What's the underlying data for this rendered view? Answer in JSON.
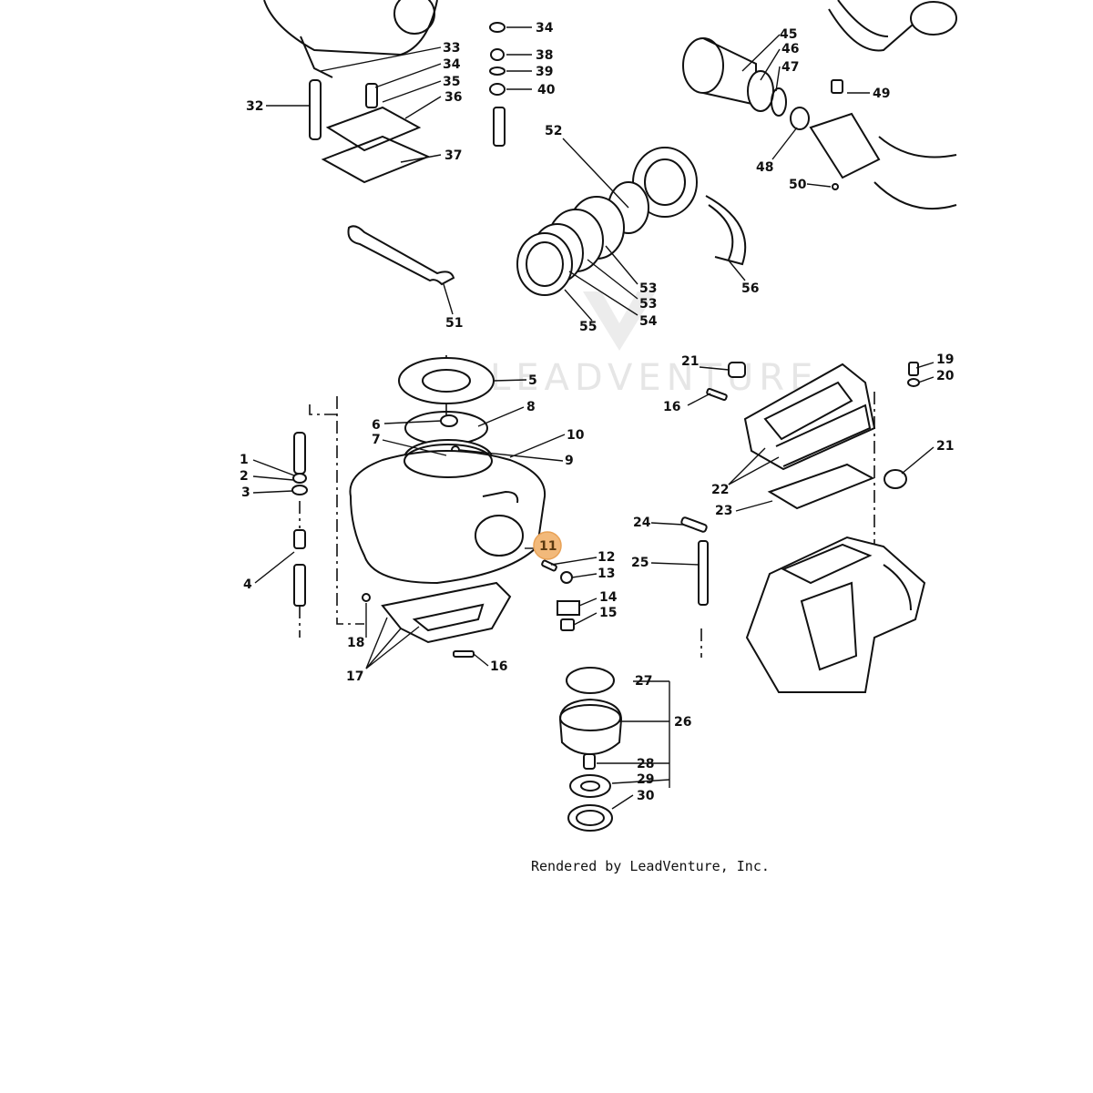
{
  "watermark": "LEADVENTURE",
  "credit": "Rendered by LeadVenture, Inc.",
  "highlighted_callout": "11",
  "callouts": {
    "c1": "1",
    "c2": "2",
    "c3": "3",
    "c4": "4",
    "c5": "5",
    "c6": "6",
    "c7": "7",
    "c8": "8",
    "c9": "9",
    "c10": "10",
    "c12": "12",
    "c13": "13",
    "c14": "14",
    "c15": "15",
    "c16a": "16",
    "c16b": "16",
    "c17": "17",
    "c18": "18",
    "c19": "19",
    "c20": "20",
    "c21a": "21",
    "c21b": "21",
    "c22": "22",
    "c23": "23",
    "c24": "24",
    "c25": "25",
    "c26": "26",
    "c27": "27",
    "c28": "28",
    "c29": "29",
    "c30": "30",
    "c32": "32",
    "c33": "33",
    "c34a": "34",
    "c34b": "34",
    "c35": "35",
    "c36": "36",
    "c37": "37",
    "c38": "38",
    "c39": "39",
    "c40": "40",
    "c45": "45",
    "c46": "46",
    "c47": "47",
    "c48": "48",
    "c49": "49",
    "c50": "50",
    "c51": "51",
    "c52": "52",
    "c53a": "53",
    "c53b": "53",
    "c54": "54",
    "c55": "55",
    "c56": "56"
  }
}
